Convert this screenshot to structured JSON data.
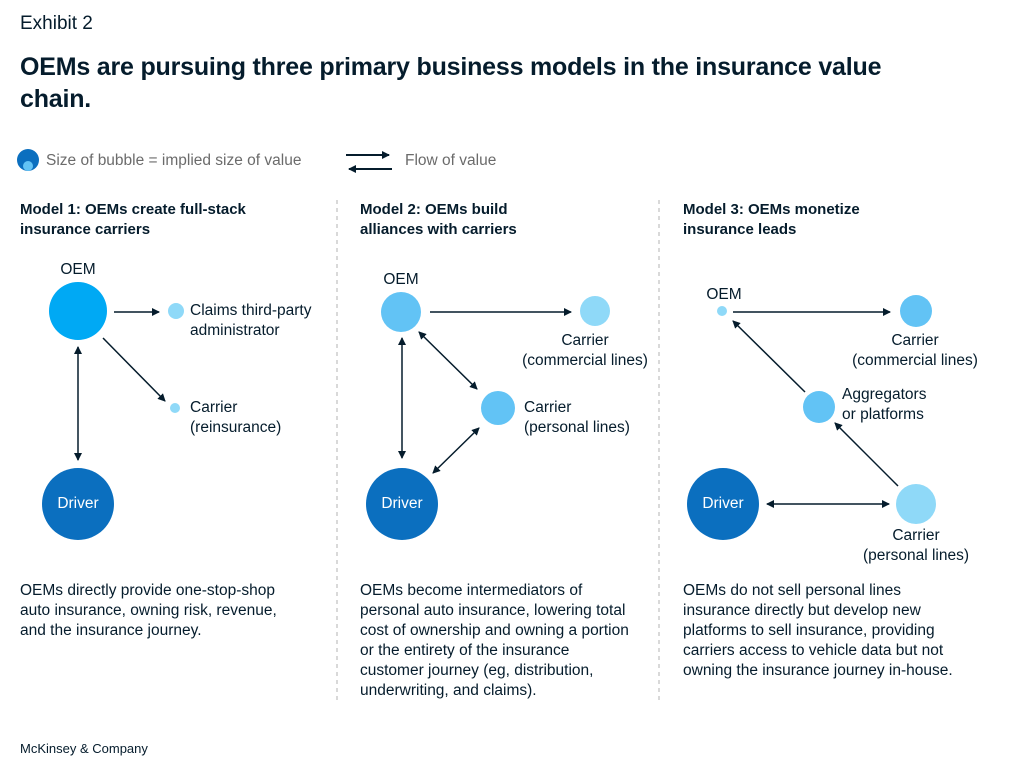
{
  "exhibit": "Exhibit 2",
  "title": "OEMs are pursuing three primary business models in the insurance value chain.",
  "legend": {
    "bubble_text": "Size of bubble = implied size of value",
    "flow_text": "Flow of value"
  },
  "models": [
    {
      "title_line1": "Model 1: OEMs create full-stack",
      "title_line2": "insurance carriers",
      "oem": "OEM",
      "claims_line1": "Claims third-party",
      "claims_line2": "administrator",
      "reins_line1": "Carrier",
      "reins_line2": "(reinsurance)",
      "driver": "Driver",
      "desc": [
        "OEMs directly provide one-stop-shop",
        "auto insurance, owning risk, revenue,",
        "and the insurance journey."
      ]
    },
    {
      "title_line1": "Model 2: OEMs build",
      "title_line2": "alliances with carriers",
      "oem": "OEM",
      "commercial_line1": "Carrier",
      "commercial_line2": "(commercial lines)",
      "personal_line1": "Carrier",
      "personal_line2": "(personal lines)",
      "driver": "Driver",
      "desc": [
        "OEMs become intermediators of",
        "personal auto insurance, lowering total",
        "cost of ownership and owning a portion",
        "or the entirety of the insurance",
        "customer journey (eg, distribution,",
        "underwriting, and claims)."
      ]
    },
    {
      "title_line1": "Model 3: OEMs monetize",
      "title_line2": "insurance leads",
      "oem": "OEM",
      "commercial_line1": "Carrier",
      "commercial_line2": "(commercial lines)",
      "aggregators_line1": "Aggregators",
      "aggregators_line2": "or platforms",
      "personal_line1": "Carrier",
      "personal_line2": "(personal lines)",
      "driver": "Driver",
      "desc": [
        "OEMs do not sell personal lines",
        "insurance directly but develop new",
        "platforms to sell insurance, providing",
        "carriers access to vehicle data but not",
        "owning the insurance journey in-house."
      ]
    }
  ],
  "footer": "McKinsey & Company",
  "colors": {
    "navy": "#051c2c",
    "oem_bright": "#00a9f4",
    "light_blue": "#62c3f5",
    "pale_blue": "#8fd9f8",
    "driver_blue": "#0b6fbf",
    "divider": "#b3b3b3"
  }
}
